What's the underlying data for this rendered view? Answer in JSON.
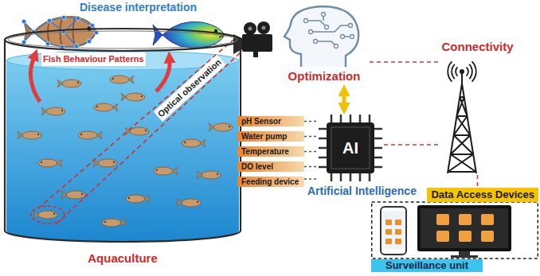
{
  "diagram": {
    "nodes": [
      {
        "text": [
          "Aquaculture"
        ]
      },
      {
        "text": [
          "pH Sensor"
        ]
      },
      {
        "text": [
          "Water pump"
        ]
      },
      {
        "text": [
          "Temperature"
        ]
      },
      {
        "text": [
          "DO level"
        ]
      },
      {
        "text": [
          "Feeding device"
        ]
      },
      {
        "text": [
          "Optimization"
        ]
      },
      {
        "text": [
          "AI",
          "Artificial Intelligence"
        ]
      },
      {
        "text": [
          "Connectivity"
        ]
      },
      {
        "text": [
          "Data Access Devices",
          "Surveillance unit"
        ]
      }
    ],
    "edges": [
      {
        "from": 1,
        "to": 7,
        "arrow": "none"
      },
      {
        "from": 2,
        "to": 7,
        "arrow": "none"
      },
      {
        "from": 3,
        "to": 7,
        "arrow": "none"
      },
      {
        "from": 4,
        "to": 7,
        "arrow": "none"
      },
      {
        "from": 5,
        "to": 7,
        "arrow": "none"
      },
      {
        "from": 6,
        "to": 7,
        "arrow": "both"
      },
      {
        "from": 8,
        "to": 6,
        "arrow": "none"
      },
      {
        "from": 8,
        "to": 7,
        "arrow": "none"
      },
      {
        "from": 8,
        "to": 9,
        "arrow": "none"
      }
    ],
    "labels": [
      "Disease interpretation",
      "Fish Behaviour Patterns",
      "Optical observation"
    ]
  }
}
